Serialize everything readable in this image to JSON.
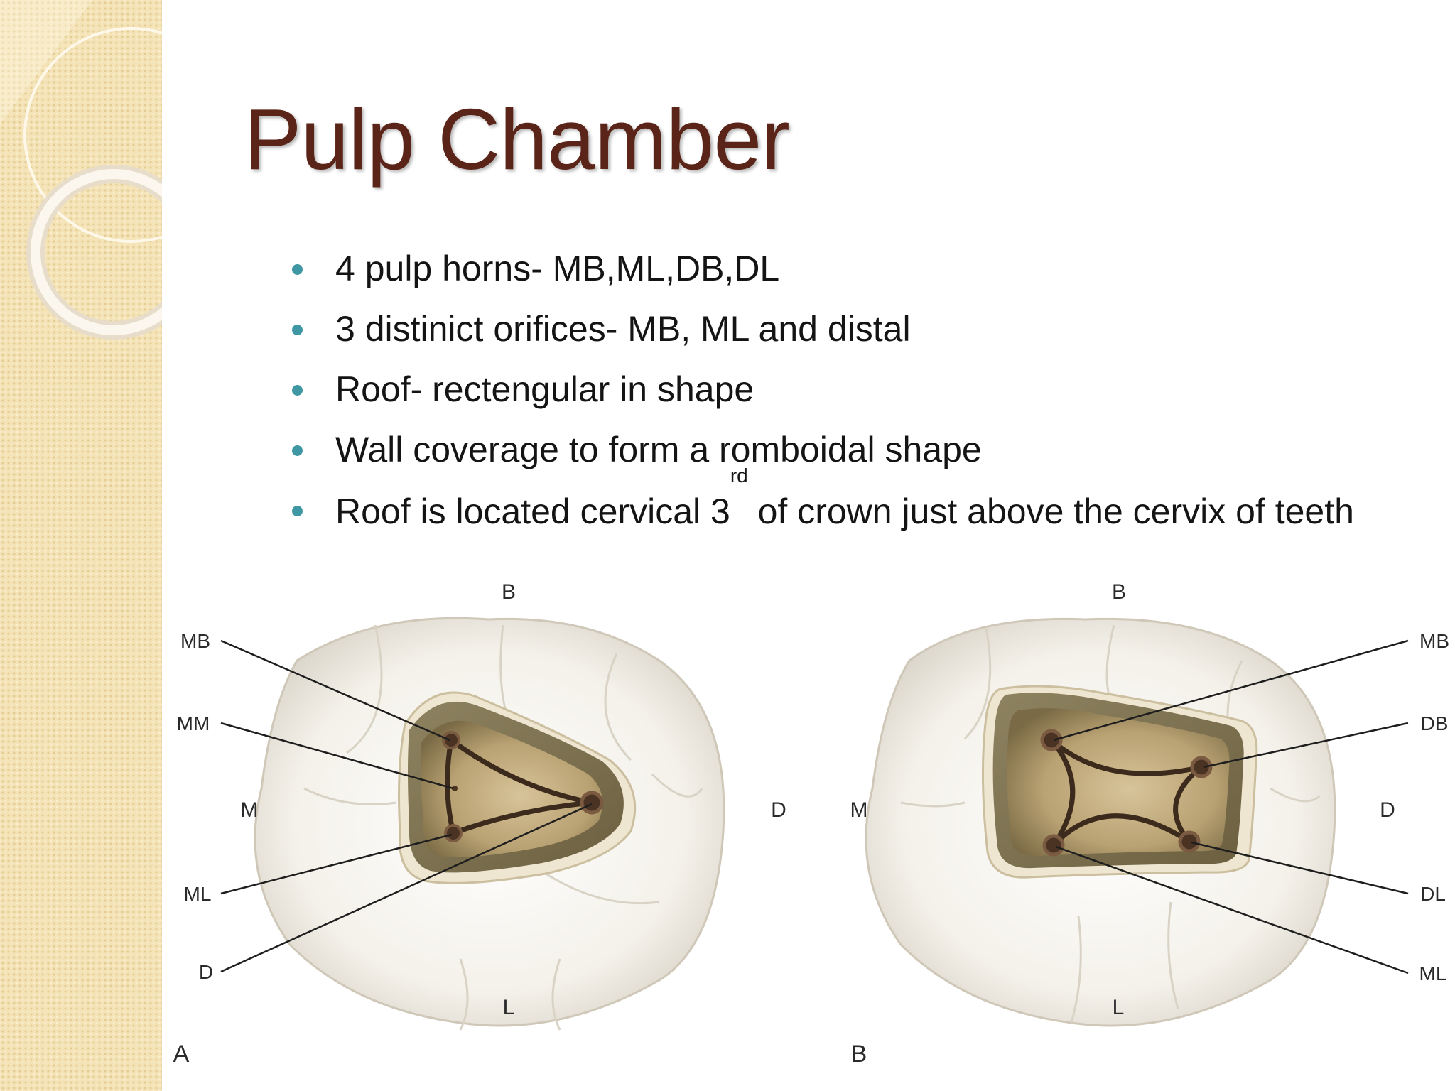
{
  "slide": {
    "title": "Pulp Chamber",
    "bullets": [
      {
        "text": "4 pulp horns- MB,ML,DB,DL"
      },
      {
        "text": "3 distinict orifices- MB, ML and distal"
      },
      {
        "text": "Roof- rectengular in shape"
      },
      {
        "text": "Wall coverage to form a romboidal shape"
      },
      {
        "pre": "Roof is located cervical 3",
        "sup": "rd",
        "post": " of crown just above the cervix of teeth"
      }
    ]
  },
  "figure": {
    "panel_a": {
      "letter": "A",
      "top": "B",
      "bottom": "L",
      "left": "M",
      "right": "D",
      "callouts": [
        "MB",
        "MM",
        "ML",
        "D"
      ]
    },
    "panel_b": {
      "letter": "B",
      "top": "B",
      "bottom": "L",
      "left": "M",
      "right": "D",
      "callouts": [
        "MB",
        "DB",
        "DL",
        "ML"
      ]
    }
  },
  "colors": {
    "title": "#5a2418",
    "bullet": "#3f97a3",
    "sidebar": "#f4e3b6"
  }
}
